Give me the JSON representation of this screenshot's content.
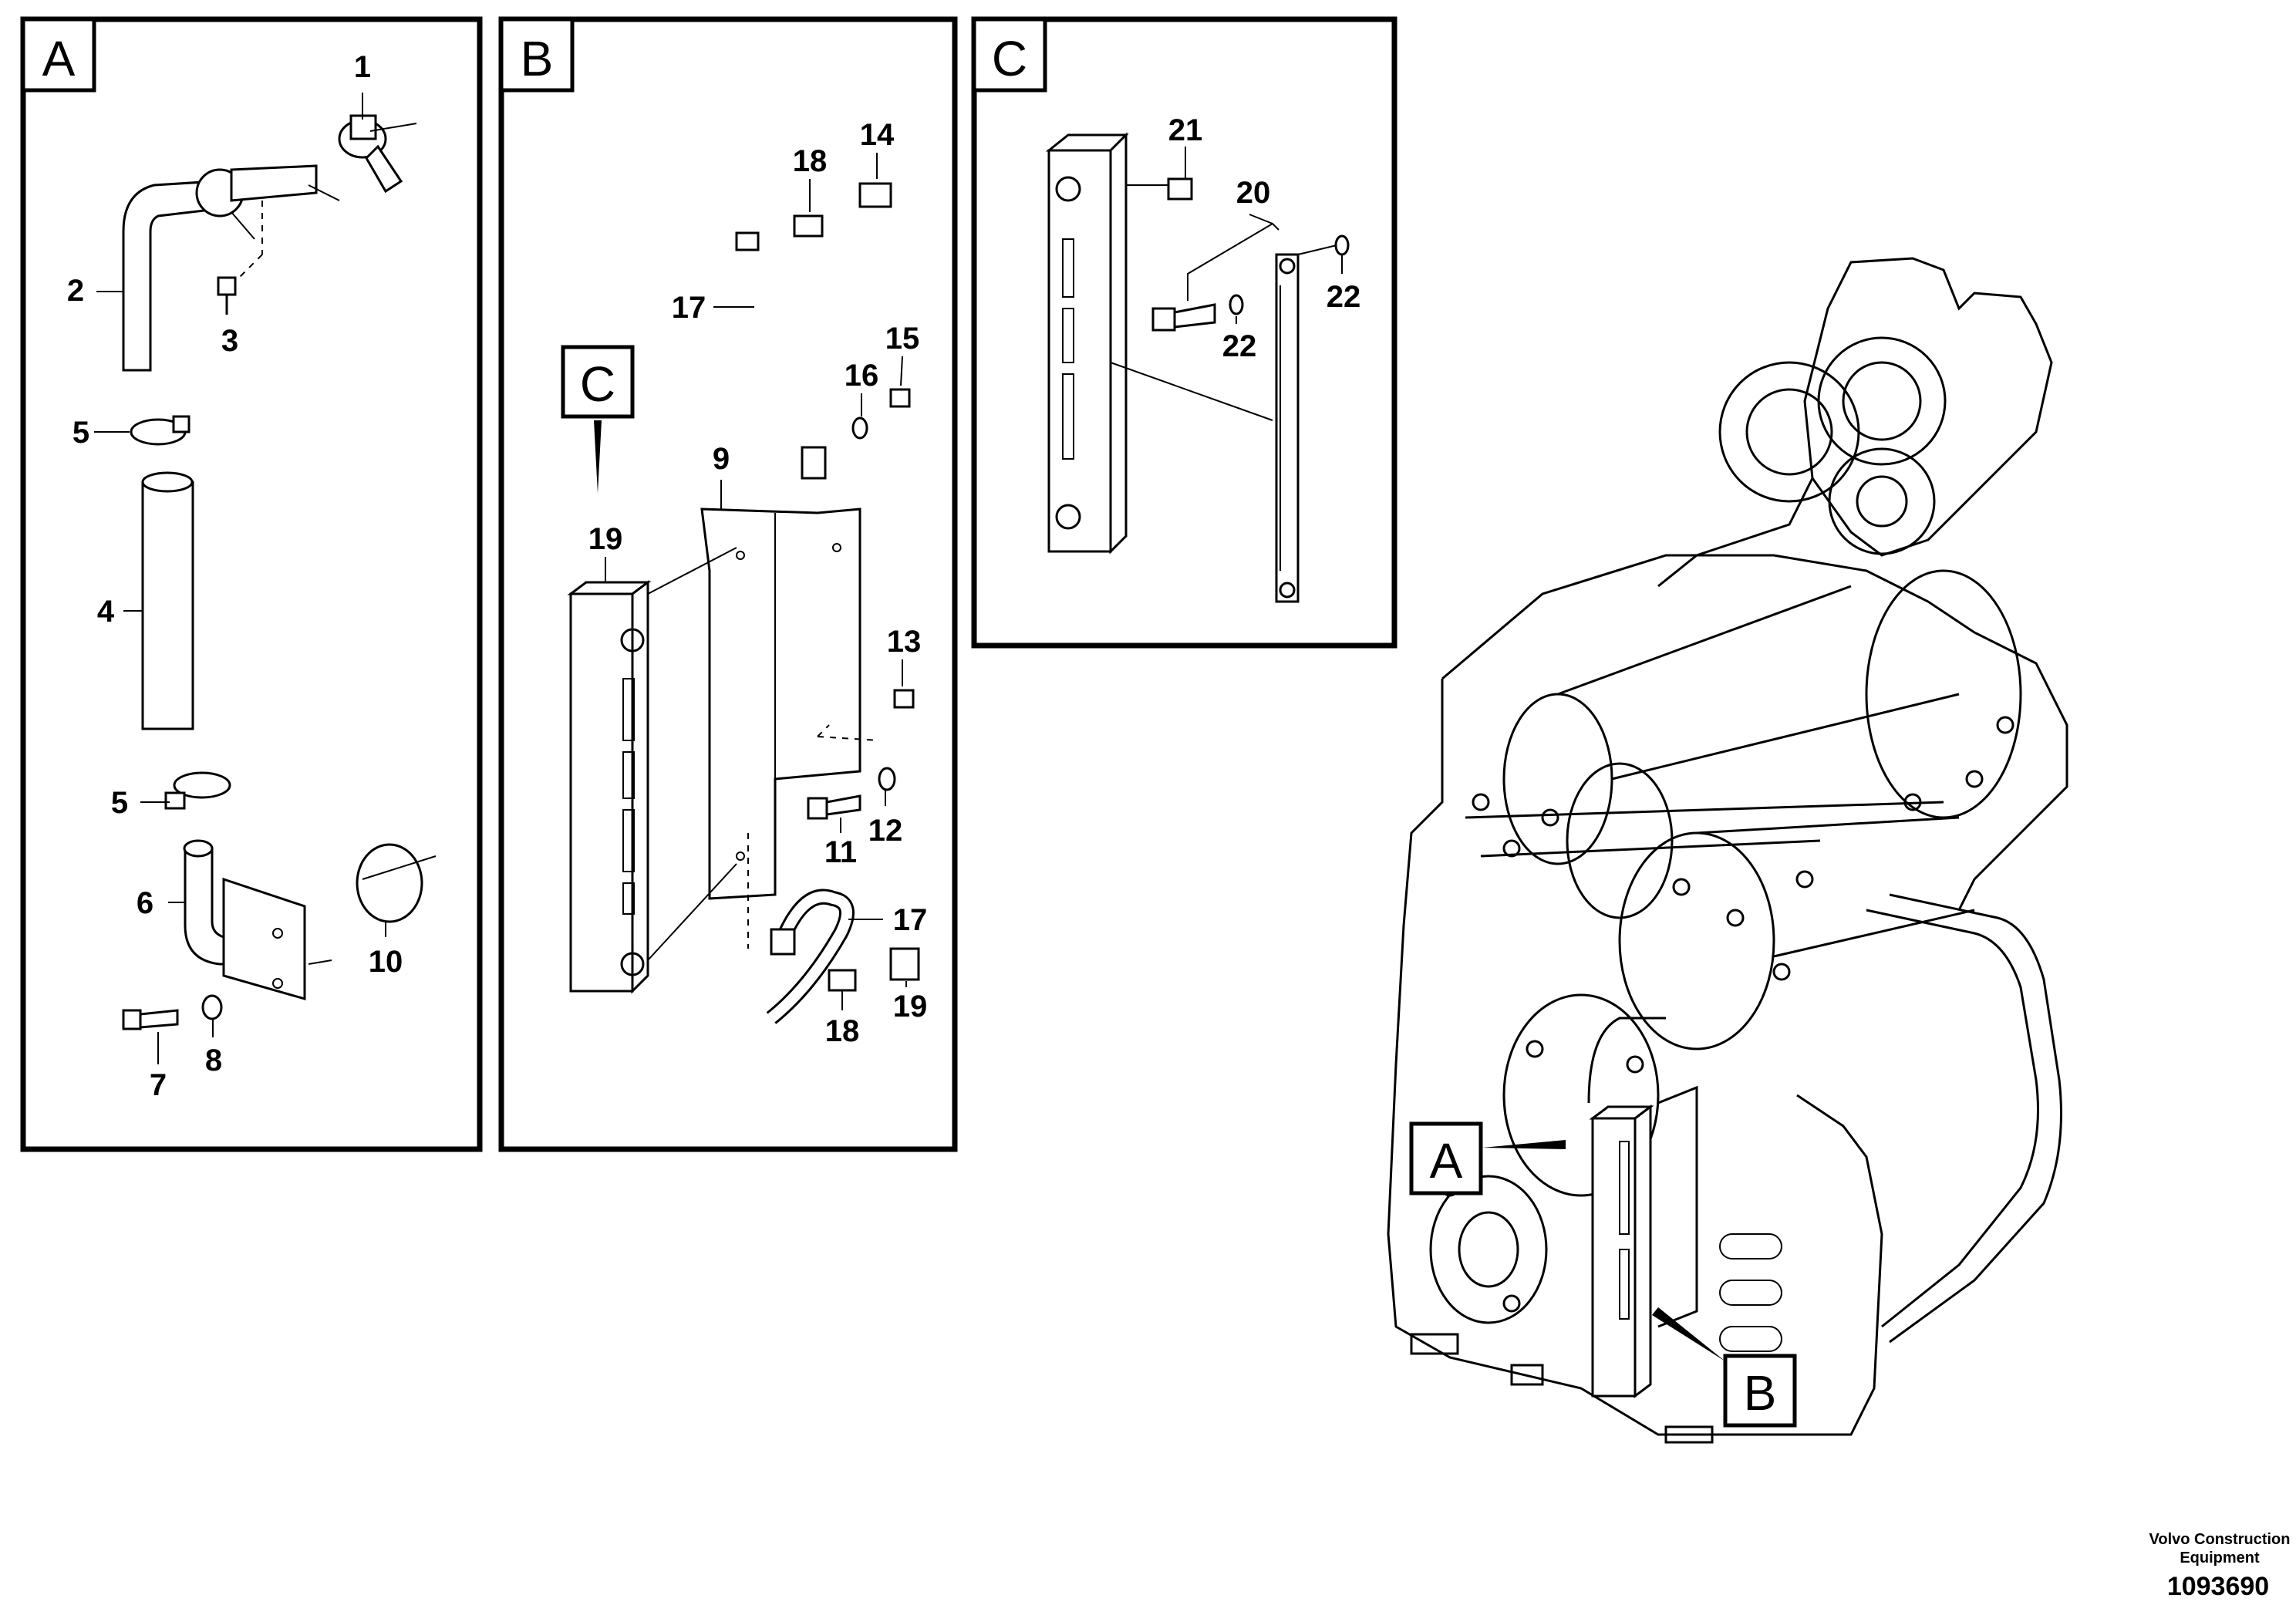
{
  "panels": {
    "A": {
      "letter": "A"
    },
    "B": {
      "letter": "B"
    },
    "C": {
      "letter": "C"
    }
  },
  "callouts": {
    "a": {
      "letter": "A"
    },
    "b": {
      "letter": "B"
    },
    "c": {
      "letter": "C"
    }
  },
  "labels": {
    "a1": "1",
    "a2": "2",
    "a3": "3",
    "a4": "4",
    "a5_top": "5",
    "a5_bot": "5",
    "a6": "6",
    "a7": "7",
    "a8": "8",
    "a10": "10",
    "b9": "9",
    "b11": "11",
    "b12": "12",
    "b13": "13",
    "b14": "14",
    "b15": "15",
    "b16": "16",
    "b17_top": "17",
    "b17_bot": "17",
    "b18_top": "18",
    "b18_bot": "18",
    "b19_left": "19",
    "b19_right": "19",
    "c20": "20",
    "c21": "21",
    "c22_left": "22",
    "c22_right": "22"
  },
  "footer": {
    "company_line1": "Volvo Construction",
    "company_line2": "Equipment",
    "drawing_number": "1093690"
  }
}
